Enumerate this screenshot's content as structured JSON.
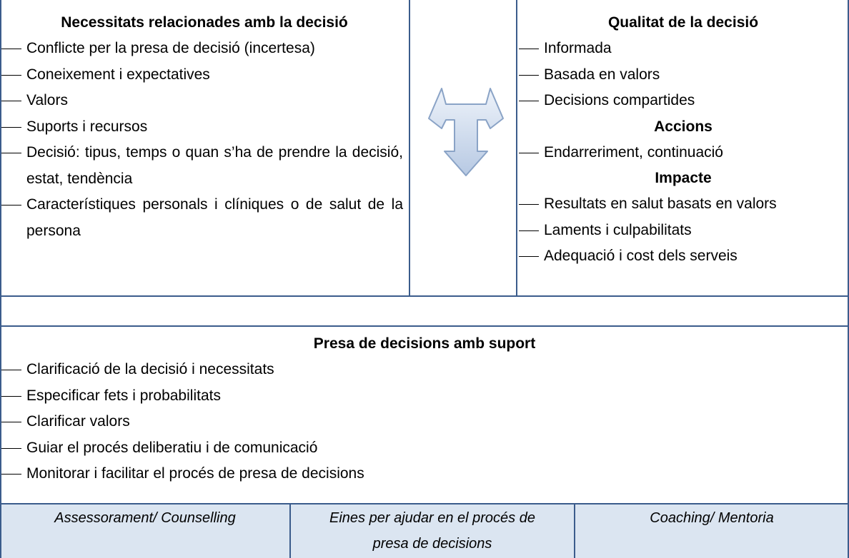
{
  "left_panel": {
    "title": "Necessitats relacionades amb la decisió",
    "items": [
      "Conflicte per la presa de decisió (incertesa)",
      "Coneixement i expectatives",
      "Valors",
      "Suports i recursos",
      "Decisió: tipus, temps o quan s’ha de prendre la decisió, estat, tendència",
      "Característiques personals i clíniques o de salut de la persona"
    ]
  },
  "right_panel": {
    "quality_title": "Qualitat de la decisió",
    "quality_items": [
      "Informada",
      "Basada en valors",
      "Decisions compartides"
    ],
    "actions_title": "Accions",
    "actions_items": [
      "Endarreriment, continuació"
    ],
    "impact_title": "Impacte",
    "impact_items": [
      "Resultats en salut basats en valors",
      "Laments i culpabilitats",
      "Adequació i cost dels serveis"
    ]
  },
  "arrow_icon": "double-headed-t-arrow-icon",
  "support_panel": {
    "title": "Presa de decisions amb suport",
    "items": [
      "Clarificació de la decisió i necessitats",
      "Especificar fets i probabilitats",
      "Clarificar valors",
      "Guiar el procés deliberatiu i de comunicació",
      "Monitorar i facilitar el procés de presa de decisions"
    ]
  },
  "footer": {
    "cells": [
      "Assessorament/ Counselling",
      "Eines per ajudar en el procés de presa de decisions",
      "Coaching/ Mentoria"
    ]
  },
  "colors": {
    "grid_line": "#3b5c8c",
    "footer_background": "#dbe5f1",
    "arrow_fill": "#c9d8ec",
    "arrow_stroke": "#8aa3c6"
  }
}
